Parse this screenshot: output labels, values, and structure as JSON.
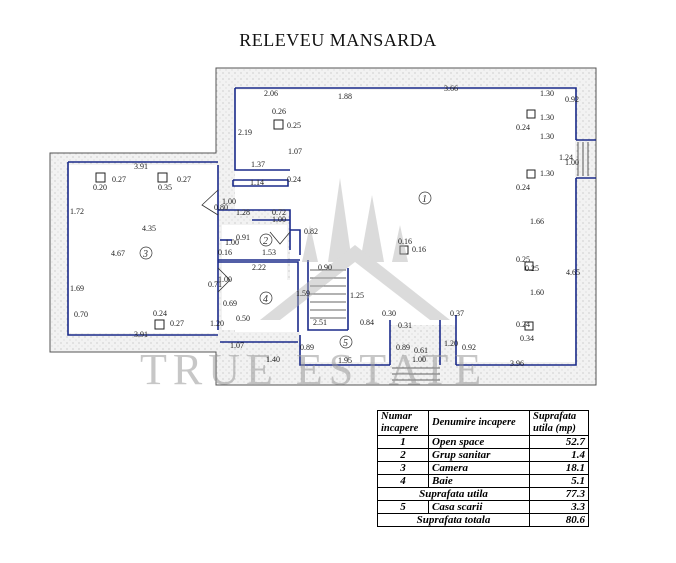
{
  "title": "RELEVEU MANSARDA",
  "watermark": "TRUE ESTATE",
  "room_numbers": [
    "1",
    "2",
    "3",
    "4",
    "5"
  ],
  "dimensions": {
    "d206": "2.06",
    "d188": "1.88",
    "d366": "3.66",
    "d130": "1.30",
    "d092": "0.92",
    "d026": "0.26",
    "d025": "0.25",
    "d219": "2.19",
    "d107": "1.07",
    "d137": "1.37",
    "d114": "1.14",
    "d024": "0.24",
    "d124": "1.24",
    "d100": "1.00",
    "d391": "3.91",
    "d020": "0.20",
    "d035": "0.35",
    "d027": "0.27",
    "d172": "1.72",
    "d435": "4.35",
    "d467": "4.67",
    "d169": "1.69",
    "d070": "0.70",
    "d080": "0.80",
    "d128": "1.28",
    "d072": "0.72",
    "d091": "0.91",
    "d153": "1.53",
    "d082": "0.82",
    "d222": "2.22",
    "d071": "0.71",
    "d069": "0.69",
    "d159": "1.59",
    "d050": "0.50",
    "d120": "1.20",
    "d090": "0.90",
    "d125": "1.25",
    "d016": "0.16",
    "d166": "1.66",
    "d160": "1.60",
    "d465": "4.65",
    "d034": "0.34",
    "d037": "0.37",
    "d030": "0.30",
    "d084": "0.84",
    "d031": "0.31",
    "d140": "1.40",
    "d089": "0.89",
    "d195": "1.95",
    "d061": "0.61",
    "d396": "3.96",
    "d251": "2.51"
  },
  "legend": {
    "header": {
      "col1": "Numar incapere",
      "col2": "Denumire incapere",
      "col3": "Suprafata utila (mp)"
    },
    "rows": [
      {
        "num": "1",
        "name": "Open space",
        "area": "52.7"
      },
      {
        "num": "2",
        "name": "Grup sanitar",
        "area": "1.4"
      },
      {
        "num": "3",
        "name": "Camera",
        "area": "18.1"
      },
      {
        "num": "4",
        "name": "Baie",
        "area": "5.1"
      }
    ],
    "util": {
      "label": "Suprafata utila",
      "value": "77.3"
    },
    "stair": {
      "num": "5",
      "name": "Casa scarii",
      "area": "3.3"
    },
    "total": {
      "label": "Suprafata totala",
      "value": "80.6"
    }
  }
}
